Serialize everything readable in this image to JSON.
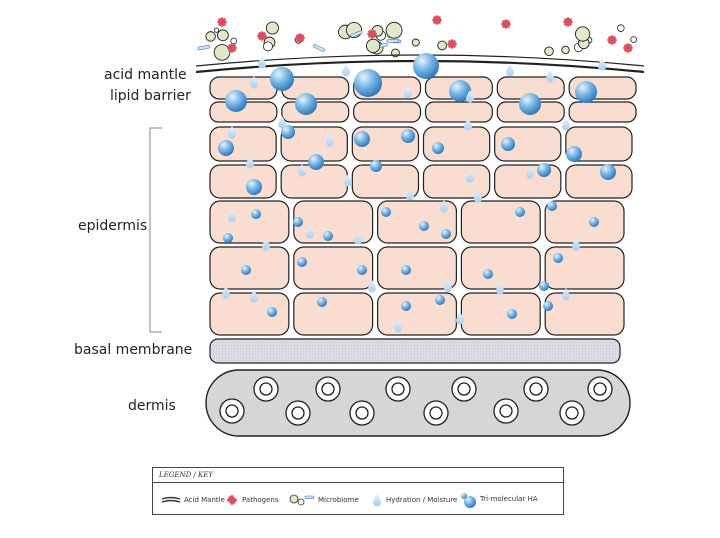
{
  "labels": {
    "acid_mantle": "acid mantle",
    "lipid_barrier": "lipid barrier",
    "epidermis": "epidermis",
    "basal_membrane": "basal membrane",
    "dermis": "dermis"
  },
  "legend": {
    "title": "LEGEND / KEY",
    "items": [
      "Acid Mantle",
      "Pathogens",
      "Microbiome",
      "Hydration / Moisture",
      "Tri-molecular HA"
    ]
  },
  "colors": {
    "cell_fill": "#f8ddd0",
    "outline": "#222222",
    "basal_fill": "#dcdbe3",
    "dermis_fill": "#d6d6d8",
    "ha_blue": "#3a87c9",
    "drop_blue": "#b9d8f0",
    "microbe_green": "#dfe9c8",
    "pathogen_red": "#d8505e"
  },
  "icons": [
    "acid-mantle-icon",
    "pathogen-icon",
    "microbiome-icon",
    "droplet-icon",
    "ha-sphere-icon"
  ]
}
